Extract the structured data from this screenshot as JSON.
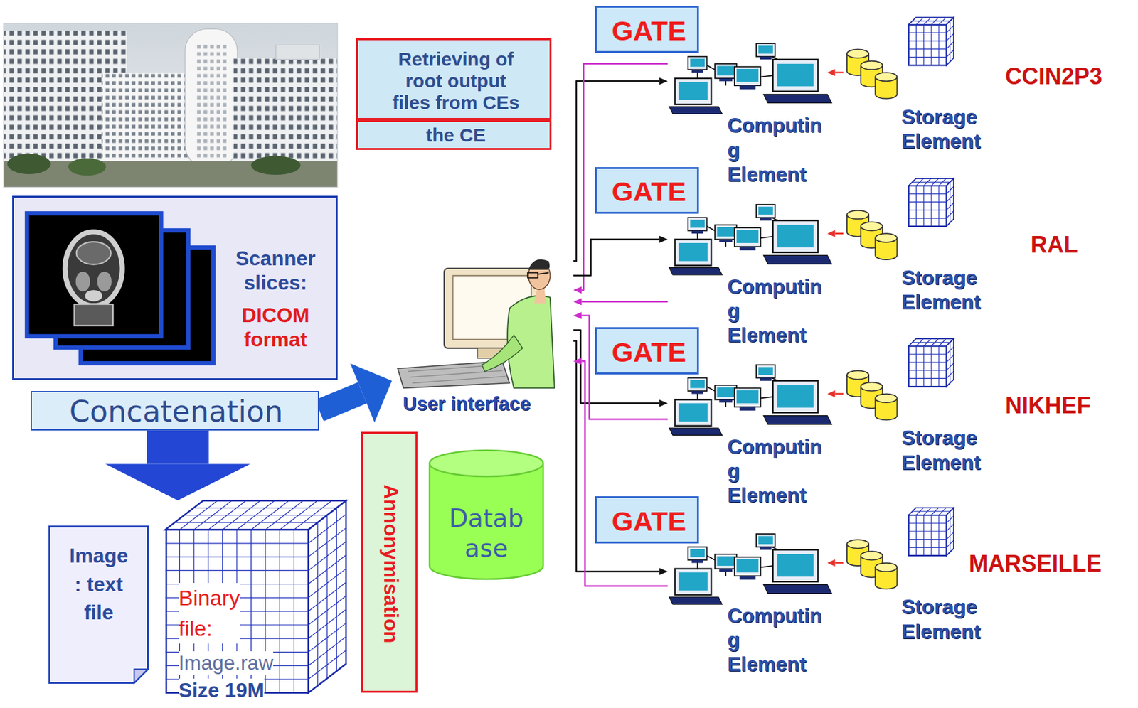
{
  "diagram": {
    "nodes": [
      {
        "text": [
          "Scanner slices:",
          "DICOM format"
        ]
      },
      {
        "text": [
          "Concatenation"
        ]
      },
      {
        "text": [
          "Image : text file"
        ]
      },
      {
        "text": [
          "Binary file:",
          "Image.raw",
          "Size 19M"
        ]
      },
      {
        "text": [
          "Retrieving of root output files from CEs"
        ]
      },
      {
        "text": [
          "the CE"
        ]
      },
      {
        "text": [
          "User interface"
        ]
      },
      {
        "text": [
          "Annonymisation"
        ]
      },
      {
        "text": [
          "Datab ase"
        ]
      },
      {
        "text": [
          "GATE"
        ]
      },
      {
        "text": [
          "Computin g Element"
        ]
      },
      {
        "text": [
          "Storage Element"
        ]
      },
      {
        "text": [
          "GATE"
        ]
      },
      {
        "text": [
          "Computin g Element"
        ]
      },
      {
        "text": [
          "Storage Element"
        ]
      },
      {
        "text": [
          "GATE"
        ]
      },
      {
        "text": [
          "Computin g Element"
        ]
      },
      {
        "text": [
          "Storage Element"
        ]
      },
      {
        "text": [
          "GATE"
        ]
      },
      {
        "text": [
          "Computin g Element"
        ]
      },
      {
        "text": [
          "Storage Element"
        ]
      }
    ],
    "edges": [
      {
        "from": 1,
        "to": 6,
        "arrow": "to"
      },
      {
        "from": 1,
        "to": 3,
        "arrow": "to"
      },
      {
        "from": 6,
        "to": 10,
        "arrow": "to"
      },
      {
        "from": 10,
        "to": 6,
        "arrow": "to"
      },
      {
        "from": 6,
        "to": 13,
        "arrow": "to"
      },
      {
        "from": 13,
        "to": 6,
        "arrow": "to"
      },
      {
        "from": 6,
        "to": 16,
        "arrow": "to"
      },
      {
        "from": 16,
        "to": 6,
        "arrow": "to"
      },
      {
        "from": 6,
        "to": 19,
        "arrow": "to"
      },
      {
        "from": 19,
        "to": 6,
        "arrow": "to"
      },
      {
        "from": 11,
        "to": 10,
        "arrow": "to"
      },
      {
        "from": 14,
        "to": 13,
        "arrow": "to"
      },
      {
        "from": 17,
        "to": 16,
        "arrow": "to"
      },
      {
        "from": 20,
        "to": 19,
        "arrow": "to"
      }
    ],
    "labels": [
      "CCIN2P3",
      "RAL",
      "NIKHEF",
      "MARSEILLE"
    ]
  }
}
